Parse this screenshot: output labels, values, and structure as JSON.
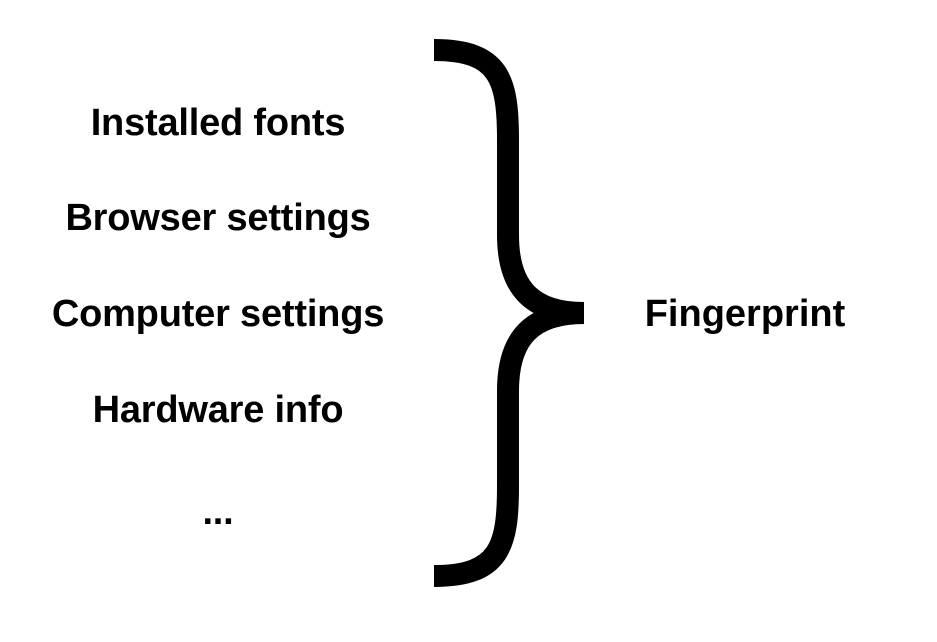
{
  "inputs": [
    "Installed fonts",
    "Browser settings",
    "Computer settings",
    "Hardware info",
    "..."
  ],
  "output": "Fingerprint",
  "colors": {
    "background": "#ffffff",
    "foreground": "#000000"
  }
}
